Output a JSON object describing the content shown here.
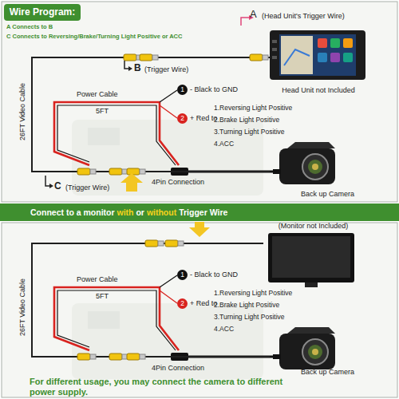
{
  "diagram": {
    "nodes": [
      {
        "text": [
          "Wire Program:"
        ]
      },
      {
        "text": [
          "Head Unit not Included"
        ]
      },
      {
        "text": [
          "Back up Camera"
        ]
      },
      {
        "text": [
          "Connect to a monitor with or without Trigger Wire"
        ]
      },
      {
        "text": [
          "(Monitor not Included)"
        ]
      },
      {
        "text": [
          "Back up Camera"
        ]
      }
    ],
    "edges": [
      {
        "from": 1,
        "to": 2,
        "arrow": "none",
        "label": "26FT Video Cable"
      },
      {
        "from": 4,
        "to": 5,
        "arrow": "none",
        "label": "26FT Video Cable"
      }
    ],
    "labels": [
      "A Connects to B",
      "C Connects to Reversing/Brake/Turning Light Positive or ACC",
      "A",
      "(Head Unit's Trigger Wire)",
      "B",
      "(Trigger Wire)",
      "Power Cable",
      "5FT",
      "1",
      "- Black to GND",
      "2",
      "+ Red to",
      "1.Reversing Light Positive",
      "2.Brake Light Positive",
      "3.Turning Light Positive",
      "4.ACC",
      "C",
      "(Trigger Wire)",
      "4Pin Connection",
      "Power Cable",
      "5FT",
      "1",
      "- Black to GND",
      "2",
      "+ Red to",
      "1.Reversing Light Positive",
      "2.Brake Light Positive",
      "3.Turning Light Positive",
      "4.ACC",
      "4Pin Connection",
      "For different usage, you may connect the camera to different power supply."
    ]
  }
}
